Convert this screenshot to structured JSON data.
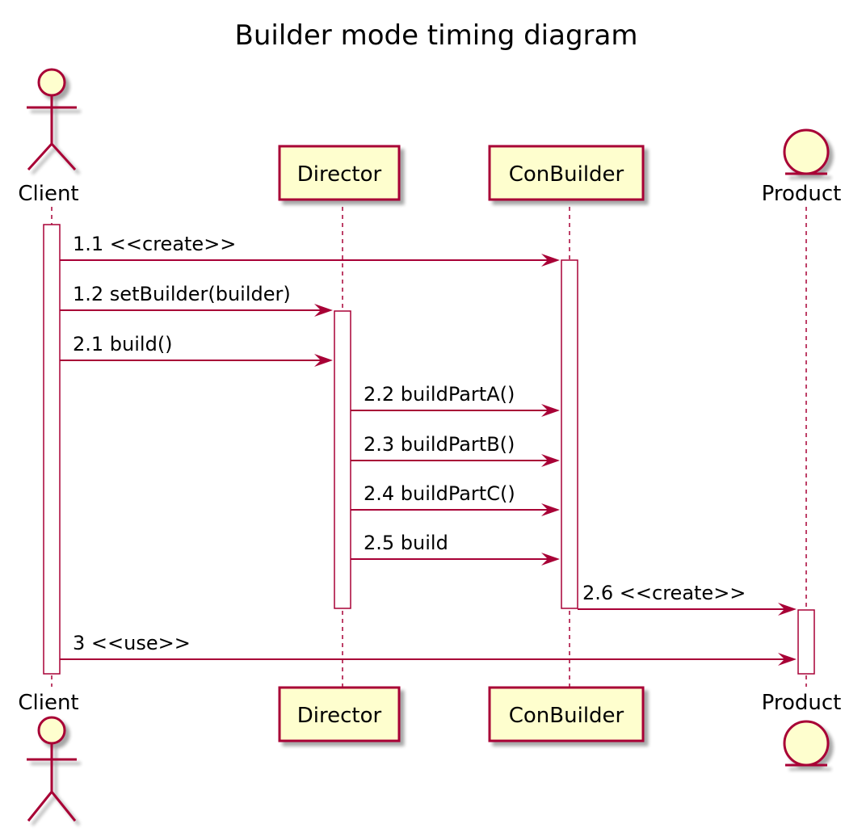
{
  "title": "Builder mode timing diagram",
  "colors": {
    "line": "#A80036",
    "fill": "#FEFECE",
    "shadow": "#CCCCCC",
    "activation": "#FFFFFF",
    "text": "#000000"
  },
  "participants": [
    {
      "id": "client",
      "label": "Client",
      "kind": "actor"
    },
    {
      "id": "director",
      "label": "Director",
      "kind": "participant"
    },
    {
      "id": "conbuilder",
      "label": "ConBuilder",
      "kind": "participant"
    },
    {
      "id": "product",
      "label": "Product",
      "kind": "entity"
    }
  ],
  "messages": [
    {
      "label": "1.1 <<create>>",
      "from": "client",
      "to": "conbuilder"
    },
    {
      "label": "1.2 setBuilder(builder)",
      "from": "client",
      "to": "director"
    },
    {
      "label": "2.1 build()",
      "from": "client",
      "to": "director"
    },
    {
      "label": "2.2 buildPartA()",
      "from": "director",
      "to": "conbuilder"
    },
    {
      "label": "2.3 buildPartB()",
      "from": "director",
      "to": "conbuilder"
    },
    {
      "label": "2.4 buildPartC()",
      "from": "director",
      "to": "conbuilder"
    },
    {
      "label": "2.5 build",
      "from": "director",
      "to": "conbuilder"
    },
    {
      "label": "2.6 <<create>>",
      "from": "conbuilder",
      "to": "product"
    },
    {
      "label": "3 <<use>>",
      "from": "client",
      "to": "product"
    }
  ]
}
